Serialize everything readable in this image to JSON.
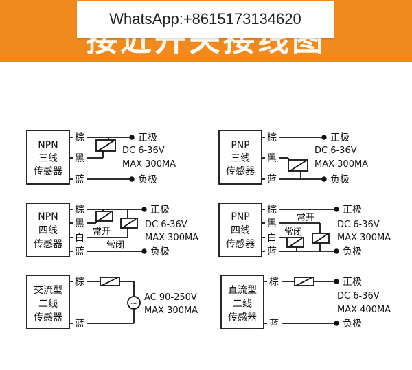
{
  "banner": {
    "title": "接近开关接线图",
    "background": "#f08a1d"
  },
  "watermark": {
    "text": "WhatsApp:+8615173134620"
  },
  "diagrams": {
    "npn3": {
      "box": [
        "NPN",
        "三线",
        "传感器"
      ],
      "wires": [
        "棕",
        "黑",
        "蓝"
      ],
      "power": [
        "正极",
        "负极"
      ],
      "spec": [
        "DC 6-36V",
        "MAX 300MA"
      ]
    },
    "pnp3": {
      "box": [
        "PNP",
        "三线",
        "传感器"
      ],
      "wires": [
        "棕",
        "黑",
        "蓝"
      ],
      "power": [
        "正极",
        "负极"
      ],
      "spec": [
        "DC 6-36V",
        "MAX 300MA"
      ]
    },
    "npn4": {
      "box": [
        "NPN",
        "四线",
        "传感器"
      ],
      "wires": [
        "棕",
        "黑",
        "白",
        "蓝"
      ],
      "power": [
        "正极",
        "负极"
      ],
      "spec": [
        "DC 6-36V",
        "MAX 300MA"
      ],
      "contacts": [
        "常开",
        "常闭"
      ]
    },
    "pnp4": {
      "box": [
        "PNP",
        "四线",
        "传感器"
      ],
      "wires": [
        "棕",
        "黑",
        "白",
        "蓝"
      ],
      "power": [
        "正极",
        "负极"
      ],
      "spec": [
        "DC 6-36V",
        "MAX 300MA"
      ],
      "contacts": [
        "常开",
        "常闭"
      ]
    },
    "ac2": {
      "box": [
        "交流型",
        "二线",
        "传感器"
      ],
      "wires": [
        "棕",
        "蓝"
      ],
      "spec": [
        "AC 90-250V",
        "MAX 300MA"
      ],
      "source_symbol": "~"
    },
    "dc2": {
      "box": [
        "直流型",
        "二线",
        "传感器"
      ],
      "wires": [
        "棕",
        "蓝"
      ],
      "power": [
        "正极",
        "负极"
      ],
      "spec": [
        "DC 6-36V",
        "MAX 400MA"
      ]
    }
  }
}
